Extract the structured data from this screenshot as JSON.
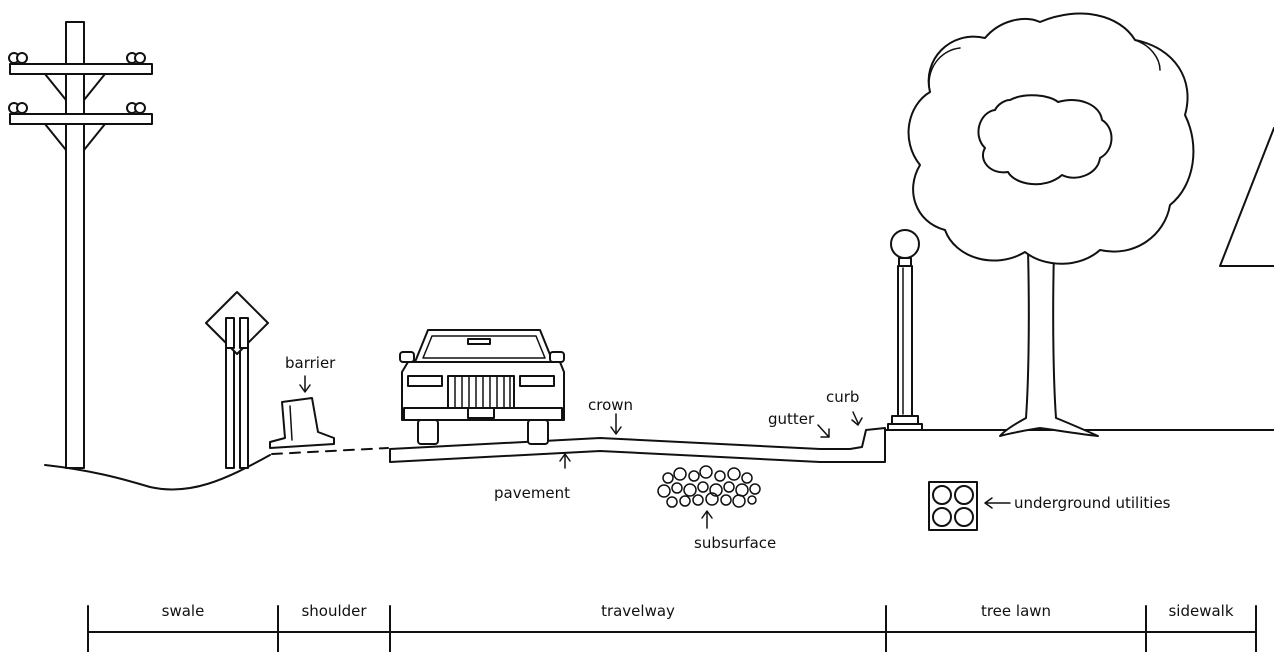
{
  "labels": {
    "barrier": "barrier",
    "crown": "crown",
    "gutter": "gutter",
    "curb": "curb",
    "pavement": "pavement",
    "subsurface": "subsurface",
    "underground_utilities": "underground utilities"
  },
  "zones": [
    "swale",
    "shoulder",
    "travelway",
    "tree lawn",
    "sidewalk"
  ],
  "icons": [
    "utility-pole-icon",
    "road-sign-icon",
    "car-icon",
    "lamp-post-icon",
    "tree-icon",
    "house-icon",
    "utilities-box-icon"
  ]
}
